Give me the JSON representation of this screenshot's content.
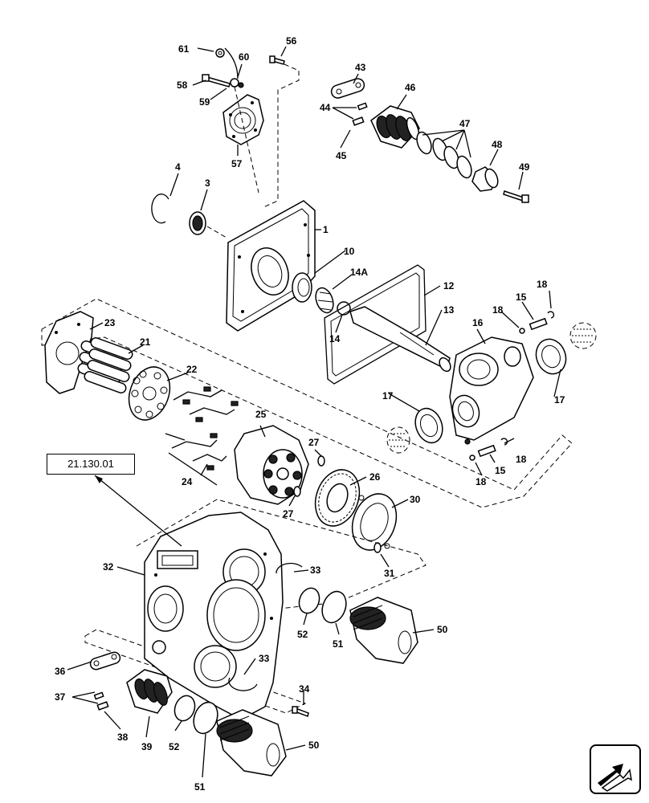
{
  "reference_link": "21.130.01",
  "callouts": {
    "c61": "61",
    "c60": "60",
    "c56": "56",
    "c58": "58",
    "c59": "59",
    "c57": "57",
    "c43": "43",
    "c44": "44",
    "c46": "46",
    "c45": "45",
    "c47": "47",
    "c48": "48",
    "c49": "49",
    "c4": "4",
    "c3": "3",
    "c1": "1",
    "c10": "10",
    "c14a": "14A",
    "c12": "12",
    "c13": "13",
    "c14": "14",
    "c15a": "15",
    "c18a": "18",
    "c18b": "18",
    "c16": "16",
    "c23": "23",
    "c21": "21",
    "c22": "22",
    "c17a": "17",
    "c17b": "17",
    "c25": "25",
    "c27a": "27",
    "c27b": "27",
    "c26": "26",
    "c24": "24",
    "c18c": "18",
    "c15b": "15",
    "c18d": "18",
    "c30": "30",
    "c31": "31",
    "c32": "32",
    "c33a": "33",
    "c52a": "52",
    "c51a": "51",
    "c50a": "50",
    "c36": "36",
    "c33b": "33",
    "c34": "34",
    "c37": "37",
    "c38": "38",
    "c39": "39",
    "c52b": "52",
    "c51b": "51",
    "c50b": "50"
  },
  "icons": {
    "navigation": "arrow-icon"
  }
}
